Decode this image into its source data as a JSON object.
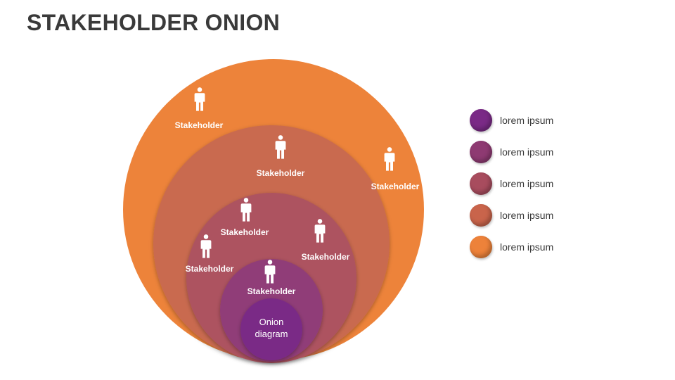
{
  "title": "STAKEHOLDER ONION",
  "center_label": [
    "Onion",
    "diagram"
  ],
  "stakeholder_label": "Stakeholder",
  "legend": [
    {
      "label": "lorem ipsum",
      "color": "#7a2a86"
    },
    {
      "label": "lorem ipsum",
      "color": "#8e3a72"
    },
    {
      "label": "lorem ipsum",
      "color": "#a84c5e"
    },
    {
      "label": "lorem ipsum",
      "color": "#c9644b"
    },
    {
      "label": "lorem ipsum",
      "color": "#ed823a"
    }
  ],
  "colors": {
    "ring_1": "#ed833a",
    "ring_2": "#c96a4f",
    "ring_3": "#ad5260",
    "ring_4": "#903c78",
    "core": "#7a2a86"
  }
}
